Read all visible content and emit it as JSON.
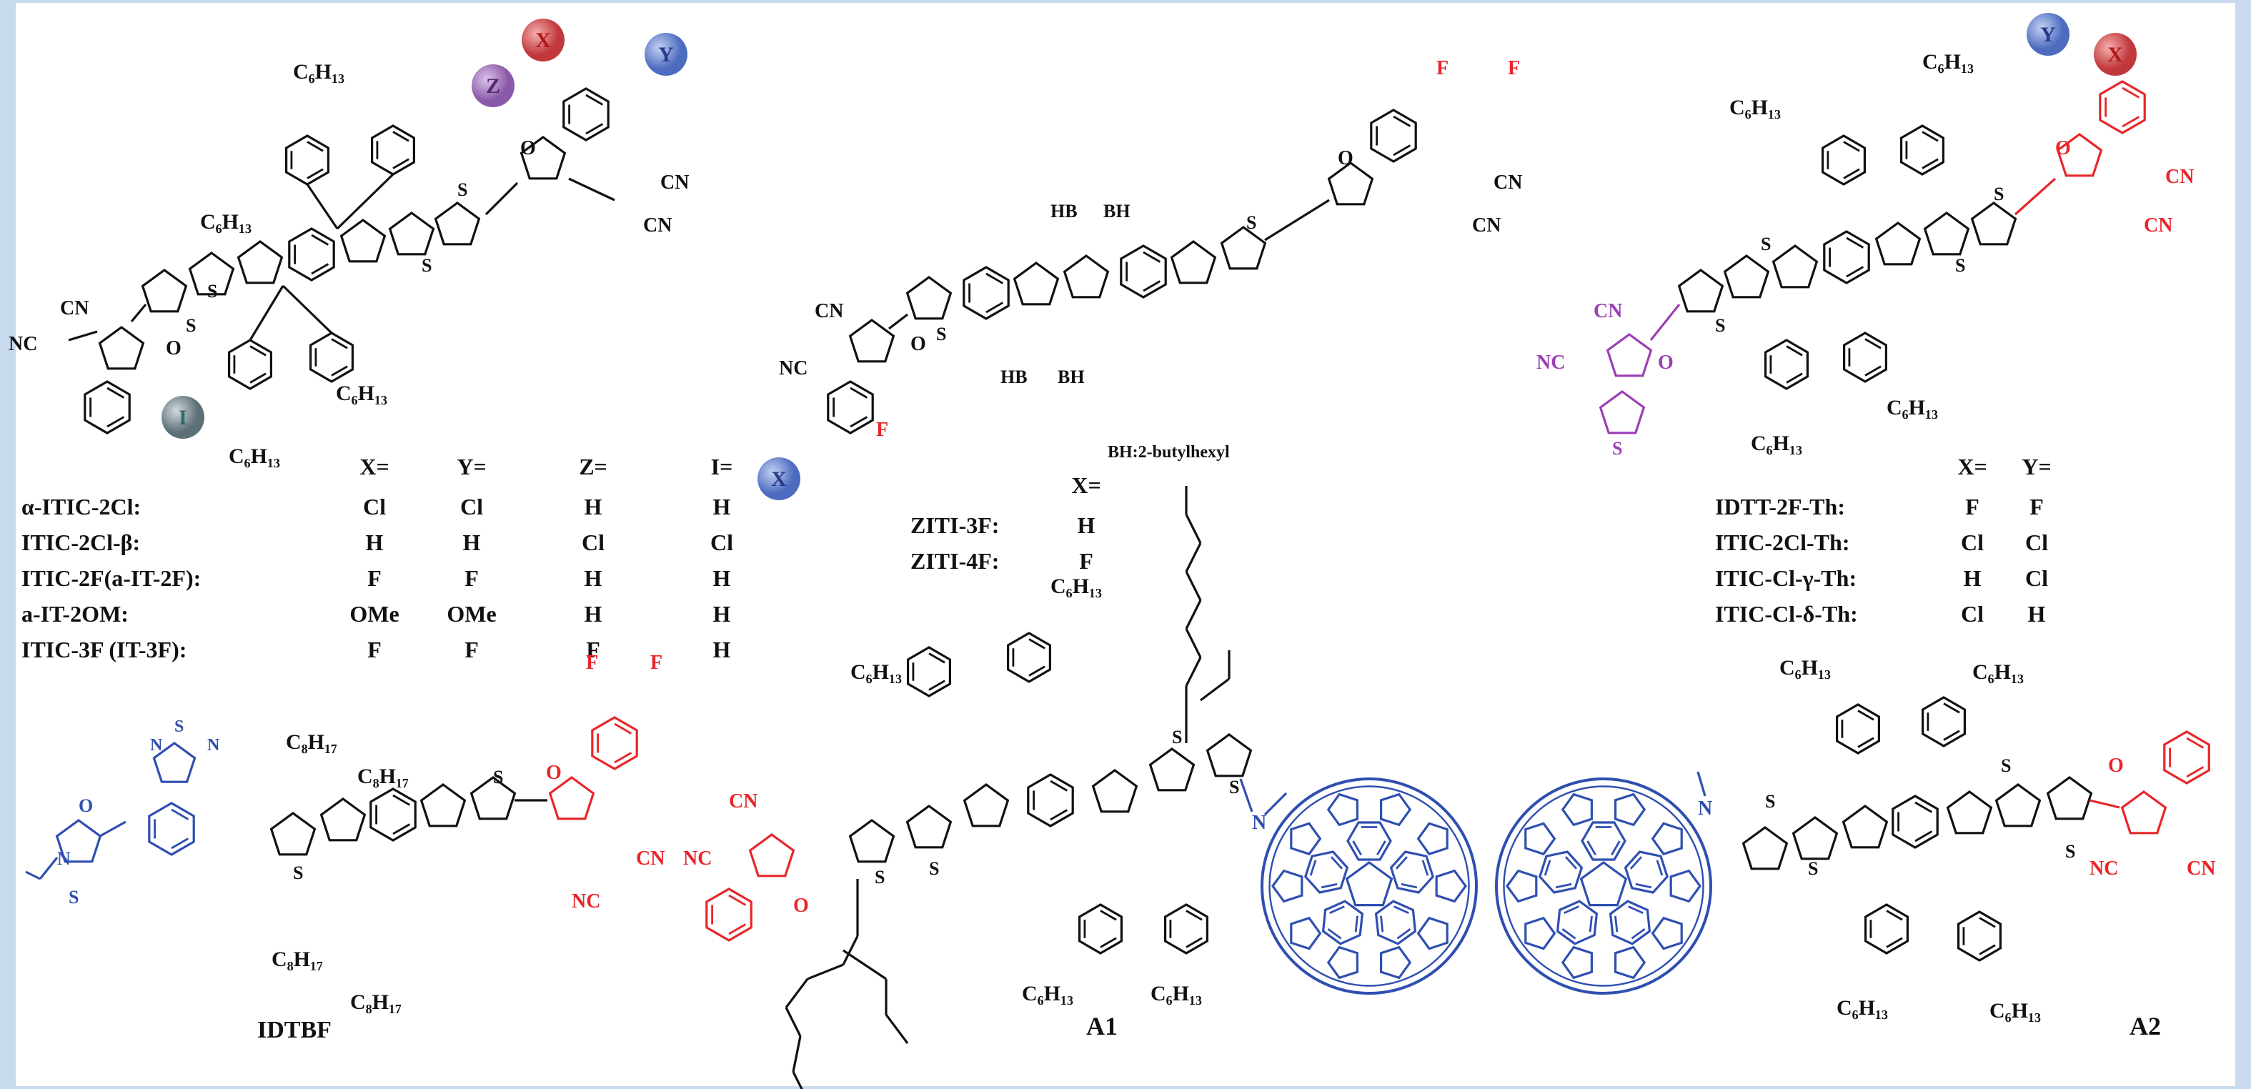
{
  "atoms": {
    "S": "S",
    "O": "O",
    "CN": "CN",
    "NC": "NC",
    "F": "F",
    "N": "N",
    "C6H13": "C₆H₁₃",
    "C8H17": "C₈H₁₇",
    "HB": "HB",
    "BH": "BH"
  },
  "colors": {
    "frame": "#c8daee",
    "red": "#e8262a",
    "blue": "#2f4fb0",
    "purple": "#9b3fb5",
    "black": "#111111"
  },
  "molecule_1": {
    "substituents": {
      "x": "X",
      "y": "Y",
      "z": "Z",
      "i": "I"
    },
    "table": {
      "headers": [
        "X=",
        "Y=",
        "Z=",
        "I="
      ],
      "rows": [
        {
          "name": "α-ITIC-2Cl:",
          "values": [
            "Cl",
            "Cl",
            "H",
            "H"
          ]
        },
        {
          "name": "ITIC-2Cl-β:",
          "values": [
            "H",
            "H",
            "Cl",
            "Cl"
          ]
        },
        {
          "name": "ITIC-2F(a-IT-2F):",
          "values": [
            "F",
            "F",
            "H",
            "H"
          ]
        },
        {
          "name": "a-IT-2OM:",
          "values": [
            "OMe",
            "OMe",
            "H",
            "H"
          ]
        },
        {
          "name": "ITIC-3F (IT-3F):",
          "values": [
            "F",
            "F",
            "F",
            "H"
          ]
        }
      ]
    }
  },
  "molecule_2": {
    "substituents": {
      "x": "X"
    },
    "note": "BH:2-butylhexyl",
    "table": {
      "headers": [
        "X="
      ],
      "rows": [
        {
          "name": "ZITI-3F:",
          "values": [
            "H"
          ]
        },
        {
          "name": "ZITI-4F:",
          "values": [
            "F"
          ]
        }
      ]
    }
  },
  "molecule_3": {
    "substituents": {
      "x": "X",
      "y": "Y"
    },
    "table": {
      "headers": [
        "X=",
        "Y="
      ],
      "rows": [
        {
          "name": "IDTT-2F-Th:",
          "values": [
            "F",
            "F"
          ]
        },
        {
          "name": "ITIC-2Cl-Th:",
          "values": [
            "Cl",
            "Cl"
          ]
        },
        {
          "name": "ITIC-Cl-γ-Th:",
          "values": [
            "H",
            "Cl"
          ]
        },
        {
          "name": "ITIC-Cl-δ-Th:",
          "values": [
            "Cl",
            "H"
          ]
        }
      ]
    }
  },
  "molecule_4": {
    "label": "IDTBF"
  },
  "molecule_5": {
    "label": "A1"
  },
  "molecule_6": {
    "label": "A2"
  }
}
